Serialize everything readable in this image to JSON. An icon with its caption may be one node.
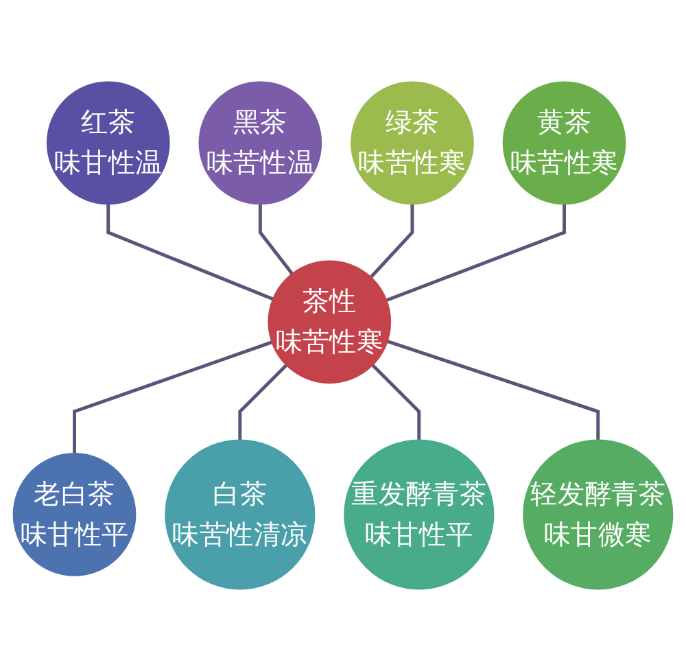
{
  "diagram": {
    "nodes": [
      {
        "text": [
          "绿茶",
          "味苦性寒"
        ]
      },
      {
        "text": [
          "黑茶",
          "味苦性温"
        ]
      },
      {
        "text": [
          "黄茶",
          "味苦性寒"
        ]
      },
      {
        "text": [
          "红茶",
          "味甘性温"
        ]
      },
      {
        "text": [
          "茶性",
          "味苦性寒"
        ]
      },
      {
        "text": [
          "轻发酵青茶",
          "味甘微寒"
        ]
      },
      {
        "text": [
          "老白茶",
          "味甘性平"
        ]
      },
      {
        "text": [
          "重发酵青茶",
          "味甘性平"
        ]
      },
      {
        "text": [
          "白茶",
          "味苦性清凉"
        ]
      }
    ],
    "edges": [
      {
        "from": 3,
        "to": 4,
        "arrow": "none"
      },
      {
        "from": 1,
        "to": 4,
        "arrow": "none"
      },
      {
        "from": 0,
        "to": 4,
        "arrow": "none"
      },
      {
        "from": 2,
        "to": 4,
        "arrow": "none"
      },
      {
        "from": 4,
        "to": 6,
        "arrow": "none"
      },
      {
        "from": 4,
        "to": 8,
        "arrow": "none"
      },
      {
        "from": 4,
        "to": 7,
        "arrow": "none"
      },
      {
        "from": 4,
        "to": 5,
        "arrow": "none"
      }
    ]
  }
}
